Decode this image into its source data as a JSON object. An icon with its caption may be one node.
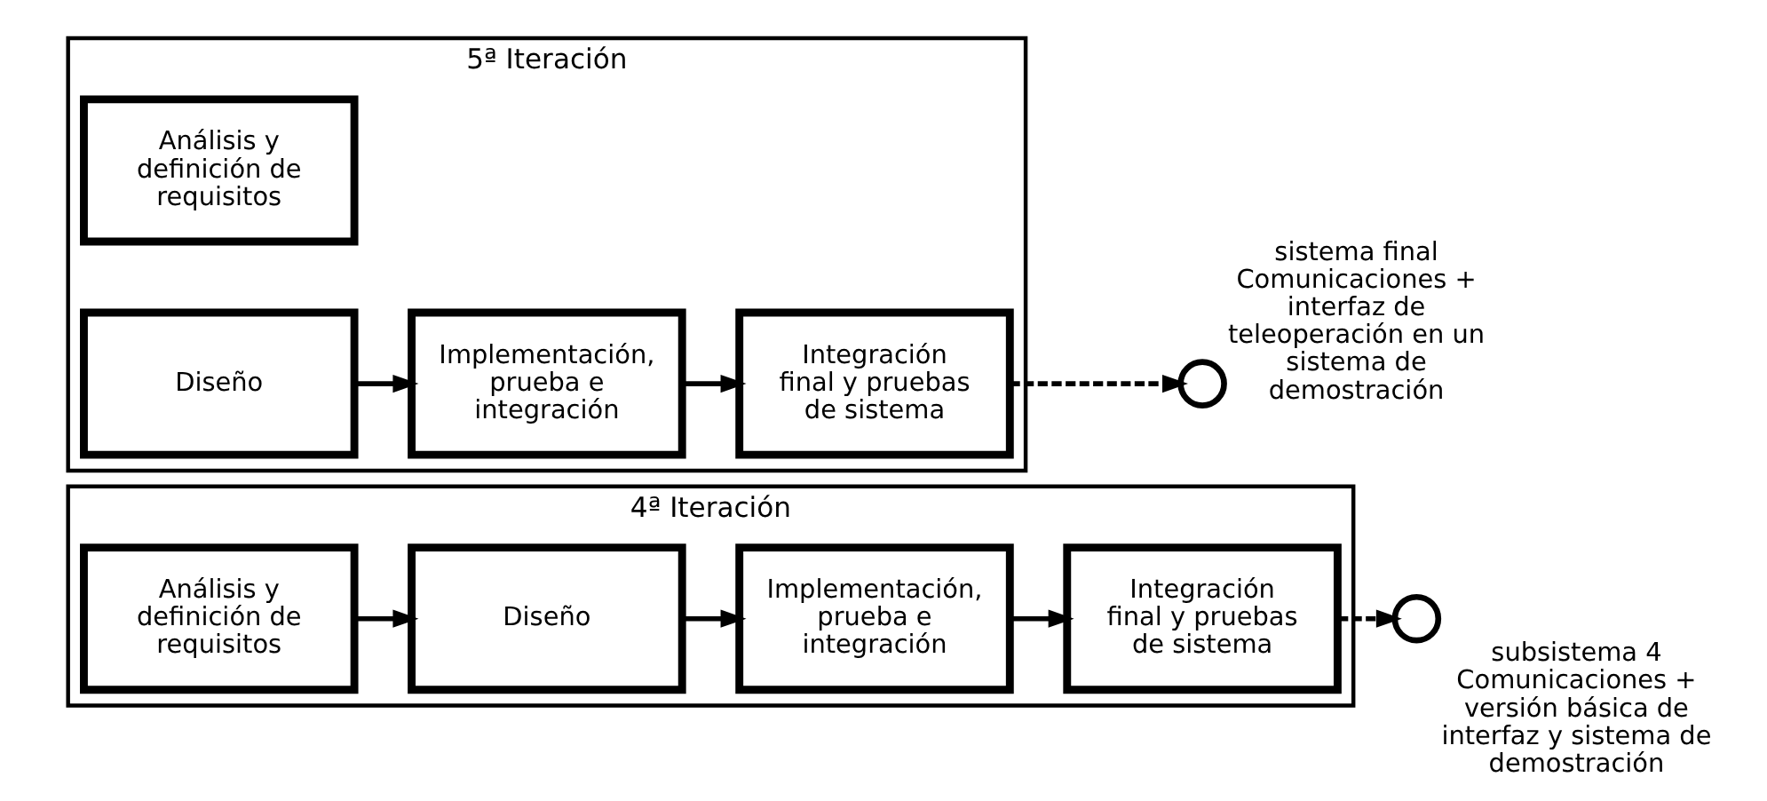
{
  "diagram": {
    "nodes": [
      {
        "text": [
          "4ª Iteración"
        ]
      },
      {
        "text": [
          "Análisis y definición de requisitos"
        ],
        "in": 0
      },
      {
        "text": [
          "Diseño"
        ],
        "in": 0
      },
      {
        "text": [
          "Implementación, prueba e integración"
        ],
        "in": 0
      },
      {
        "text": [
          "Integración final y pruebas de sistema"
        ],
        "in": 0
      },
      {
        "text": [],
        "shape": "circle",
        "beside": [
          "subsistema 4",
          "Comunicaciones + versión básica de interfaz y sistema de demostración"
        ]
      },
      {
        "text": [
          "5ª Iteración"
        ]
      },
      {
        "text": [
          "Análisis y definición de requisitos"
        ],
        "in": 6
      },
      {
        "text": [
          "Diseño"
        ],
        "in": 6
      },
      {
        "text": [
          "Implementación, prueba e integración"
        ],
        "in": 6
      },
      {
        "text": [
          "Integración final y pruebas de sistema"
        ],
        "in": 6
      },
      {
        "text": [],
        "shape": "circle",
        "beside": [
          "sistema final",
          "Comunicaciones + interfaz de teleoperación en un sistema de demostración"
        ]
      }
    ],
    "edges": [
      {
        "from": 1,
        "to": 2,
        "arrow": "to"
      },
      {
        "from": 2,
        "to": 3,
        "arrow": "to"
      },
      {
        "from": 3,
        "to": 4,
        "arrow": "to"
      },
      {
        "from": 4,
        "to": 5,
        "arrow": "to",
        "style": "dashed"
      },
      {
        "from": 8,
        "to": 9,
        "arrow": "to"
      },
      {
        "from": 9,
        "to": 10,
        "arrow": "to"
      },
      {
        "from": 10,
        "to": 11,
        "arrow": "to",
        "style": "dashed"
      }
    ]
  }
}
